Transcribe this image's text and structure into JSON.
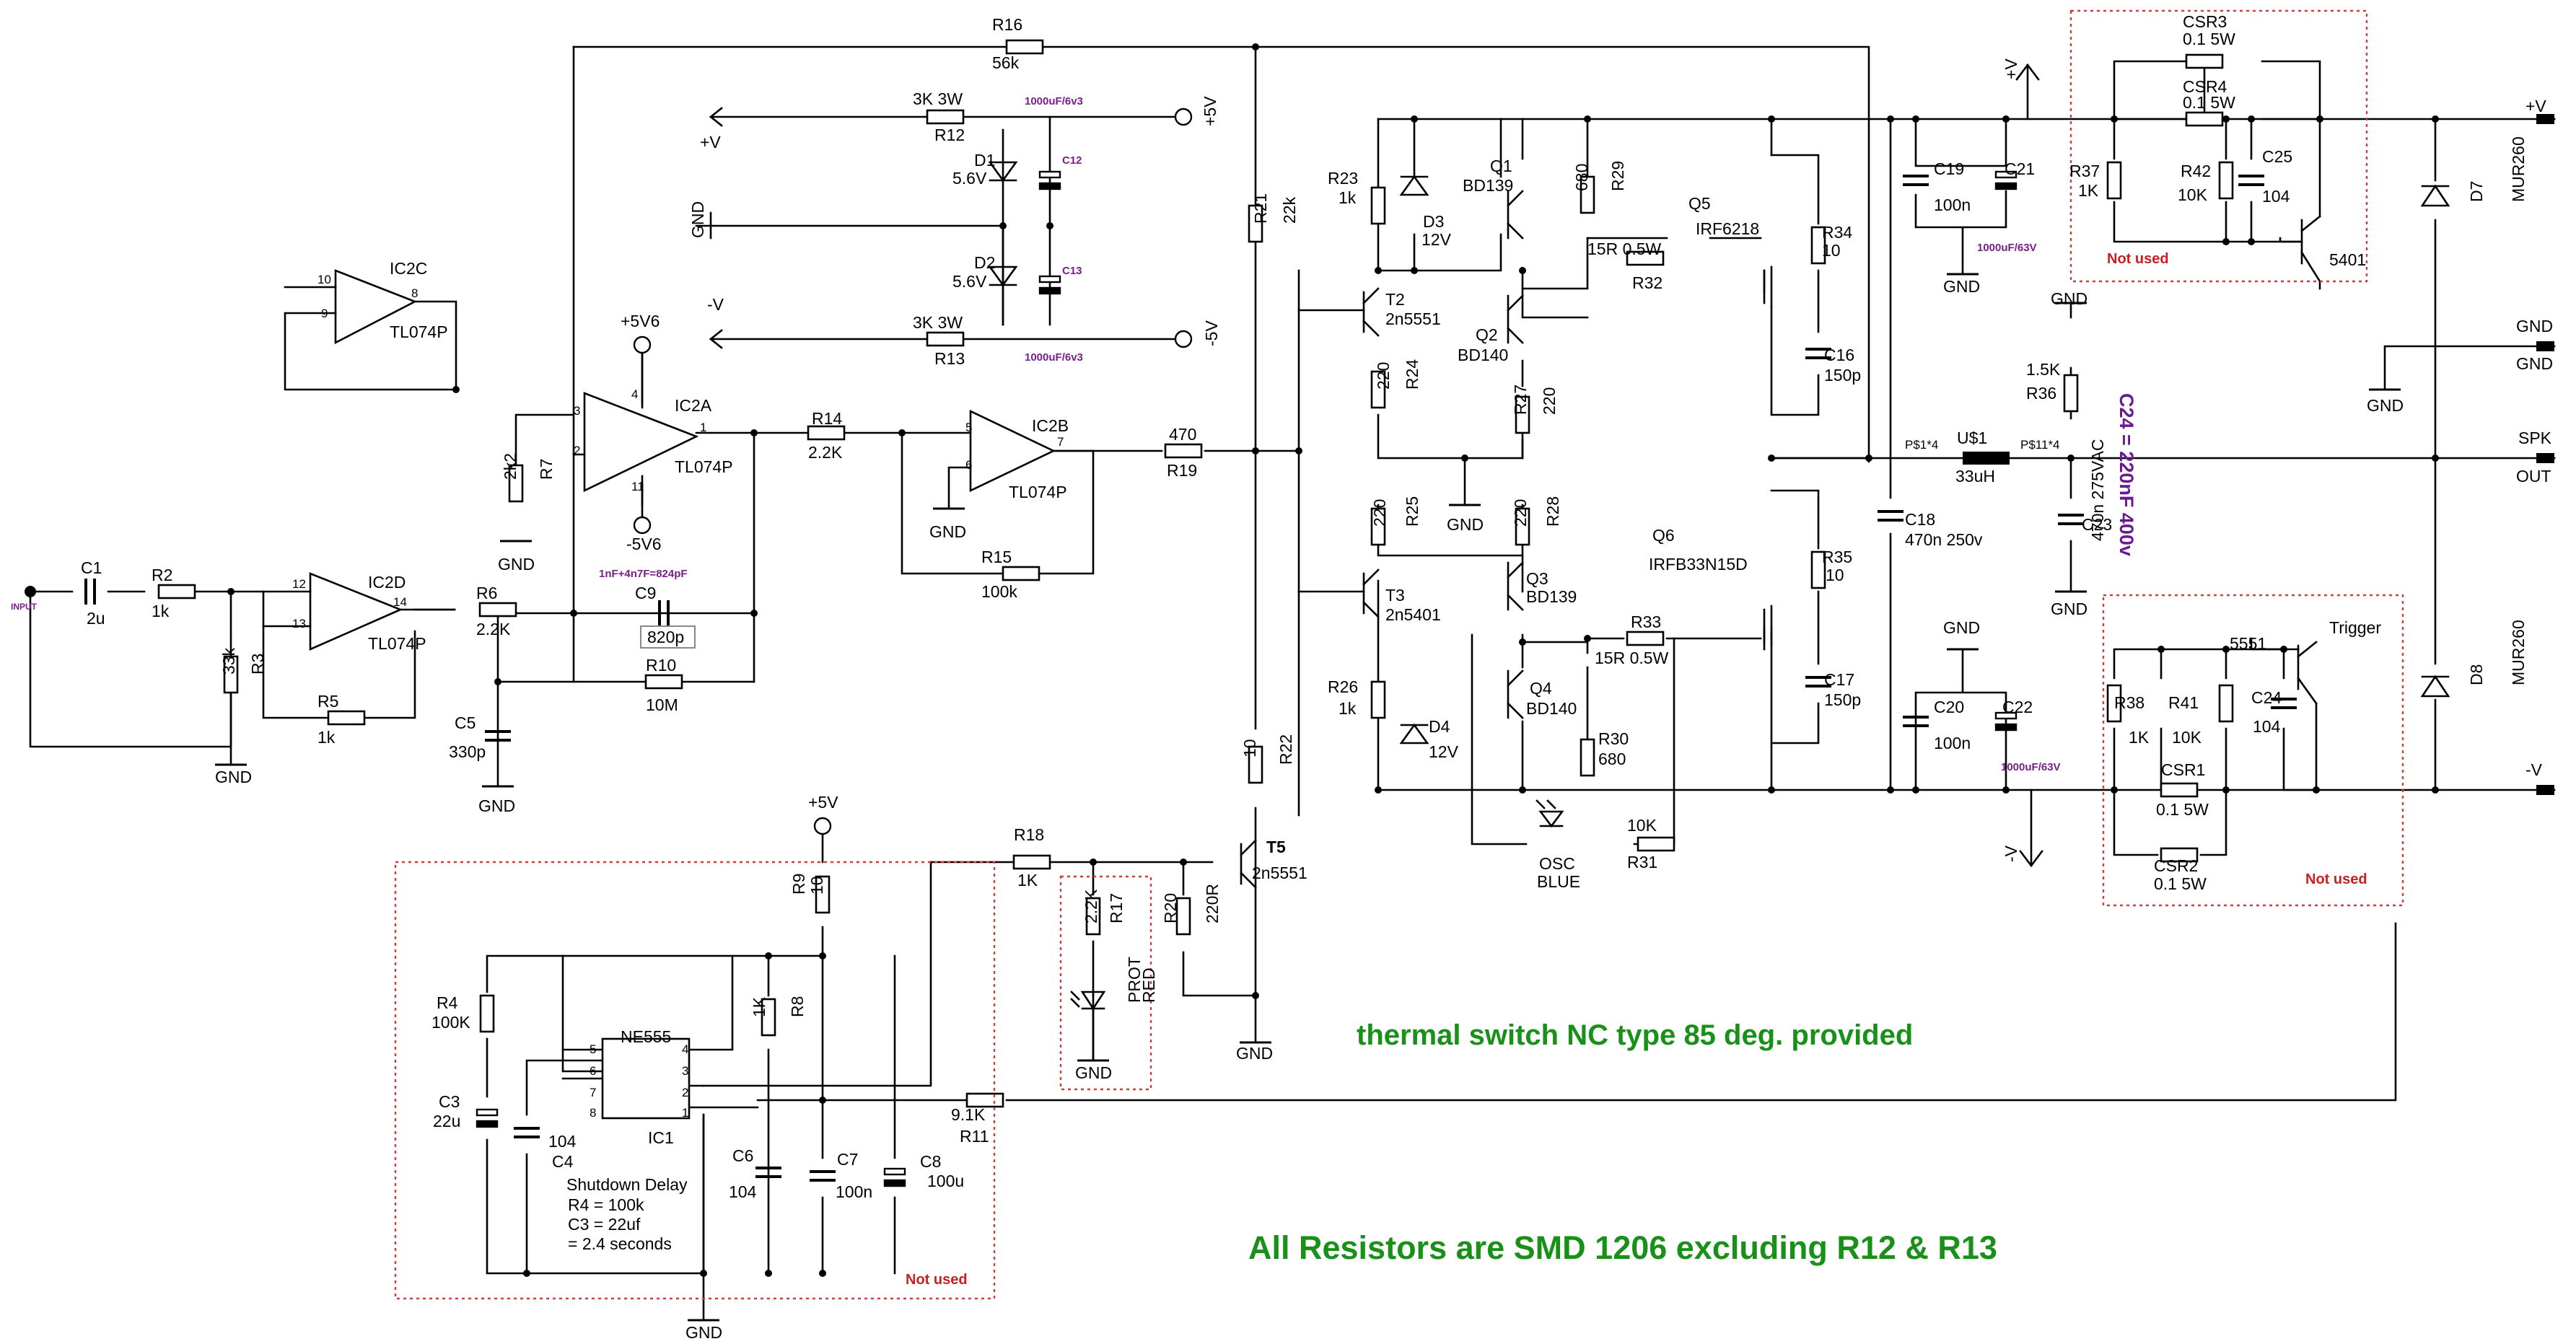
{
  "power": {
    "vplus_top": "+V",
    "vminus_left": "-V",
    "plus5v": "+5V",
    "minus5v": "-5V",
    "plus5v6": "+5V6",
    "minus5v6": "-5V6",
    "gnd": "GND",
    "vplus_mid": "+V",
    "vminus_mid": "-V",
    "vplus_right": "+V",
    "vminus_right": "-V",
    "spk": "SPK",
    "out": "OUT",
    "gnd_right1": "GND",
    "gnd_right2": "GND",
    "plus5v_555": "+5V",
    "input": "INPUT"
  },
  "opamps": {
    "ic2c": {
      "name": "IC2C",
      "type": "TL074P",
      "pin_a": "10",
      "pin_b": "9",
      "pin_out": "8"
    },
    "ic2a": {
      "name": "IC2A",
      "type": "TL074P",
      "pin_a": "3",
      "pin_b": "2",
      "pin_out": "1",
      "pin_v1": "4",
      "pin_v2": "11"
    },
    "ic2b": {
      "name": "IC2B",
      "type": "TL074P",
      "pin_a": "5",
      "pin_b": "6",
      "pin_out": "7"
    },
    "ic2d": {
      "name": "IC2D",
      "type": "TL074P",
      "pin_a": "12",
      "pin_b": "13",
      "pin_out": "14"
    }
  },
  "resistors": {
    "r16": {
      "name": "R16",
      "value": "56k"
    },
    "r12": {
      "name": "R12",
      "value": "3K 3W"
    },
    "r13": {
      "name": "R13",
      "value": "3K 3W"
    },
    "r7": {
      "name": "R7",
      "value": "2k2"
    },
    "r14": {
      "name": "R14",
      "value": "2.2K"
    },
    "r15": {
      "name": "R15",
      "value": "100k"
    },
    "r19": {
      "name": "R19",
      "value": "470"
    },
    "r21": {
      "name": "R21",
      "value": "22k"
    },
    "r2": {
      "name": "R2",
      "value": "1k"
    },
    "r3": {
      "name": "R3",
      "value": "33k"
    },
    "r5": {
      "name": "R5",
      "value": "1k"
    },
    "r6": {
      "name": "R6",
      "value": "2.2K"
    },
    "r10": {
      "name": "R10",
      "value": "10M"
    },
    "r22": {
      "name": "R22",
      "value": "10"
    },
    "r18": {
      "name": "R18",
      "value": "1K"
    },
    "r17": {
      "name": "R17",
      "value": "2.2K"
    },
    "r20": {
      "name": "R20",
      "value": "220R"
    },
    "r9": {
      "name": "R9",
      "value": "10"
    },
    "r4": {
      "name": "R4",
      "value": "100K"
    },
    "r8": {
      "name": "R8",
      "value": "1K"
    },
    "r11": {
      "name": "R11",
      "value": "9.1K"
    },
    "r23": {
      "name": "R23",
      "value": "1k"
    },
    "r24": {
      "name": "R24",
      "value": "220"
    },
    "r25": {
      "name": "R25",
      "value": "220"
    },
    "r26": {
      "name": "R26",
      "value": "1k"
    },
    "r27": {
      "name": "R27",
      "value": "220"
    },
    "r28": {
      "name": "R28",
      "value": "220"
    },
    "r29": {
      "name": "R29",
      "value": "680"
    },
    "r30": {
      "name": "R30",
      "value": "680"
    },
    "r31": {
      "name": "R31",
      "value": "10K"
    },
    "r32": {
      "name": "R32",
      "value": "15R 0.5W"
    },
    "r33": {
      "name": "R33",
      "value": "15R 0.5W"
    },
    "r34": {
      "name": "R34",
      "value": "10"
    },
    "r35": {
      "name": "R35",
      "value": "10"
    },
    "r36": {
      "name": "R36",
      "value": "1.5K"
    },
    "r37": {
      "name": "R37",
      "value": "1K"
    },
    "r42": {
      "name": "R42",
      "value": "10K"
    },
    "r38": {
      "name": "R38",
      "value": "1K"
    },
    "r41": {
      "name": "R41",
      "value": "10K"
    },
    "csr3": {
      "name": "CSR3",
      "value": "0.1 5W"
    },
    "csr4": {
      "name": "CSR4",
      "value": "0.1 5W"
    },
    "csr1": {
      "name": "CSR1",
      "value": "0.1 5W"
    },
    "csr2": {
      "name": "CSR2",
      "value": "0.1 5W"
    }
  },
  "capacitors": {
    "c1": {
      "name": "C1",
      "value": "2u"
    },
    "c5": {
      "name": "C5",
      "value": "330p"
    },
    "c9": {
      "name": "C9",
      "value": "820p"
    },
    "c12": {
      "name": "C12",
      "value": "1000uF/6v3"
    },
    "c13": {
      "name": "C13",
      "value": "1000uF/6v3"
    },
    "c3": {
      "name": "C3",
      "value": "22u"
    },
    "c4": {
      "name": "C4",
      "value": "104"
    },
    "c6": {
      "name": "C6",
      "value": "104"
    },
    "c7": {
      "name": "C7",
      "value": "100n"
    },
    "c8": {
      "name": "C8",
      "value": "100u"
    },
    "c16": {
      "name": "C16",
      "value": "150p"
    },
    "c17": {
      "name": "C17",
      "value": "150p"
    },
    "c18": {
      "name": "C18",
      "value": "470n 250v"
    },
    "c19": {
      "name": "C19",
      "value": "100n"
    },
    "c20": {
      "name": "C20",
      "value": "100n"
    },
    "c21": {
      "name": "C21",
      "value": "1000uF/63V"
    },
    "c22": {
      "name": "C22",
      "value": "1000uF/63V"
    },
    "c23": {
      "name": "C23",
      "value": "470n 275VAC"
    },
    "c25": {
      "name": "C25",
      "value": "104"
    },
    "c24": {
      "name": "C24",
      "value": "104"
    }
  },
  "semis": {
    "d1": {
      "name": "D1",
      "value": "5.6V"
    },
    "d2": {
      "name": "D2",
      "value": "5.6V"
    },
    "d3": {
      "name": "D3",
      "value": "12V"
    },
    "d4": {
      "name": "D4",
      "value": "12V"
    },
    "d7": {
      "name": "D7",
      "value": "MUR260"
    },
    "d8": {
      "name": "D8",
      "value": "MUR260"
    },
    "q1": {
      "name": "Q1",
      "value": "BD139"
    },
    "q2": {
      "name": "Q2",
      "value": "BD140"
    },
    "q3": {
      "name": "Q3",
      "value": "BD139"
    },
    "q4": {
      "name": "Q4",
      "value": "BD140"
    },
    "q5": {
      "name": "Q5",
      "value": "IRF6218"
    },
    "q6": {
      "name": "Q6",
      "value": "IRFB33N15D"
    },
    "t2": {
      "name": "T2",
      "value": "2n5551"
    },
    "t3": {
      "name": "T3",
      "value": "2n5401"
    },
    "t5": {
      "name": "T5",
      "value": "2n5551"
    },
    "q5401": {
      "value": "5401"
    },
    "q5551": {
      "value": "5551"
    },
    "ic1": {
      "name": "IC1",
      "type": "NE555",
      "p5": "5",
      "p6": "6",
      "p7": "7",
      "p8": "8",
      "p4": "4",
      "p3": "3",
      "p2": "2",
      "p1": "1"
    },
    "osc": {
      "line1": "OSC",
      "line2": "BLUE"
    },
    "prot": {
      "line1": "PROT",
      "line2": "RED"
    },
    "us1": {
      "name": "U$1",
      "value": "33uH",
      "pin_a": "P$1*4",
      "pin_b": "P$11*4"
    }
  },
  "notes": {
    "c9_calc": "1nF+4n7F=824pF",
    "c24_note": "C24 = 220nF 400v",
    "trigger": "Trigger",
    "not_used_1": "Not used",
    "not_used_2": "Not used",
    "not_used_3": "Not used",
    "shutdown_1": "Shutdown Delay",
    "shutdown_2": "R4 = 100k",
    "shutdown_3": "C3 = 22uf",
    "shutdown_4": "= 2.4 seconds",
    "thermal": "thermal switch NC type 85 deg. provided",
    "smd": "All Resistors are SMD 1206 excluding R12 & R13"
  }
}
